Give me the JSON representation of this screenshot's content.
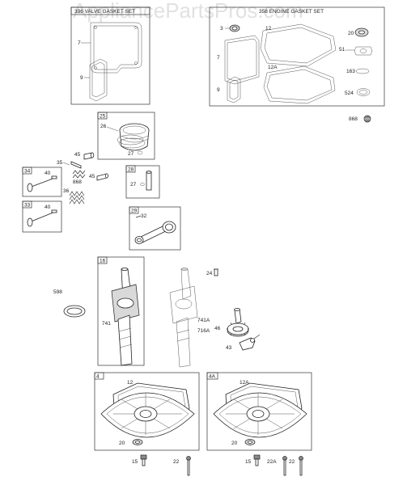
{
  "watermark": "AppliancePartsPros.com",
  "boxes": {
    "valve_gasket": {
      "title": "396 VALVE GASKET SET",
      "parts": [
        "7",
        "9"
      ]
    },
    "engine_gasket": {
      "title": "358 ENGINE GASKET SET",
      "parts": [
        "3",
        "12",
        "20",
        "7",
        "51",
        "12A",
        "163",
        "9",
        "524"
      ]
    },
    "piston": {
      "id": "25",
      "parts": [
        "26",
        "27"
      ]
    },
    "valve_34": {
      "id": "34",
      "parts": [
        "40",
        "868"
      ]
    },
    "valve_33": {
      "id": "33",
      "parts": [
        "40",
        "36"
      ]
    },
    "wrist_pin": {
      "id": "28",
      "parts": [
        "27"
      ]
    },
    "connecting_rod": {
      "id": "29",
      "parts": [
        "32"
      ]
    },
    "crankshaft": {
      "id": "16",
      "parts": [
        "741"
      ]
    },
    "sump_4": {
      "id": "4",
      "parts": [
        "12",
        "20"
      ]
    },
    "sump_4a": {
      "id": "4A",
      "parts": [
        "12A",
        "20"
      ]
    }
  },
  "callouts": {
    "c868_top": "868",
    "c35": "35",
    "c45a": "45",
    "c45b": "45",
    "c868_mid": "868",
    "c598": "598",
    "c24": "24",
    "c741a": "741A",
    "c716a": "716A",
    "c46": "46",
    "c43": "43",
    "c15a": "15",
    "c22a": "22",
    "c15b": "15",
    "c22Ab": "22A",
    "c22b": "22"
  }
}
